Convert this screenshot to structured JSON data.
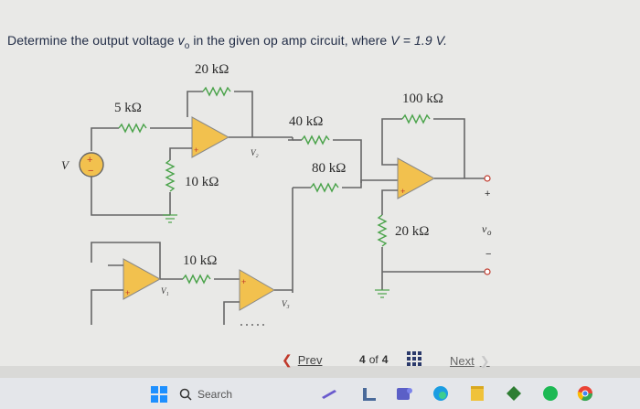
{
  "question": {
    "prefix": "Determine the output voltage ",
    "var": "v",
    "sub": "o",
    "middle": " in the given op amp circuit, where ",
    "condition": "V = 1.9 V."
  },
  "circuit": {
    "r_5k": "5 kΩ",
    "r_20k_fb": "20 kΩ",
    "r_10k_gnd": "10 kΩ",
    "r_40k": "40 kΩ",
    "r_80k": "80 kΩ",
    "r_100k": "100 kΩ",
    "r_20k_gnd": "20 kΩ",
    "r_10k_lower": "10 kΩ",
    "source_label": "V",
    "node_v2": "V₂",
    "node_v1": "V₁",
    "node_v3": "V₃",
    "out_label": "v",
    "out_sub": "o",
    "plus": "+",
    "minus": "−"
  },
  "nav": {
    "prev": "Prev",
    "page_current": "4",
    "page_of": "of",
    "page_total": "4",
    "next": "Next"
  },
  "taskbar": {
    "search_placeholder": "Search"
  },
  "colors": {
    "opamp_fill": "#f2c14e",
    "resistor": "#4aa34a",
    "accent_red": "#c0392b"
  }
}
